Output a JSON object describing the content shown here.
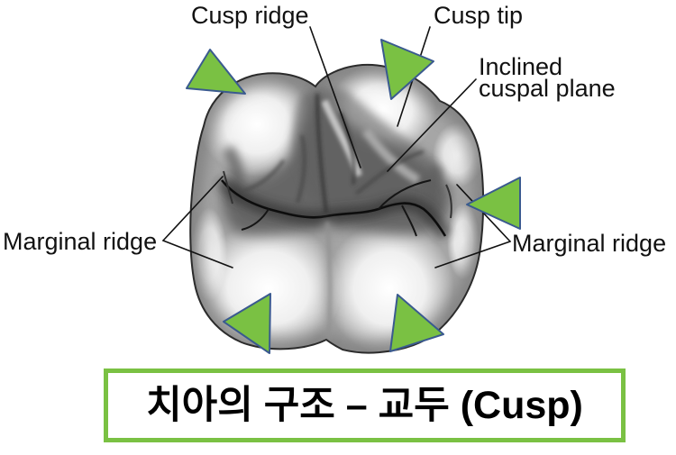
{
  "labels": {
    "cusp_ridge": "Cusp ridge",
    "cusp_tip": "Cusp tip",
    "inclined_cuspal_plane": [
      "Inclined",
      "cuspal plane"
    ],
    "marginal_ridge_left": "Marginal ridge",
    "marginal_ridge_right": "Marginal ridge"
  },
  "title": "치아의 구조 – 교두 (Cusp)",
  "colors": {
    "accent_green": "#7AC143",
    "marker_outline": "#3A5A8F",
    "text": "#111111"
  }
}
